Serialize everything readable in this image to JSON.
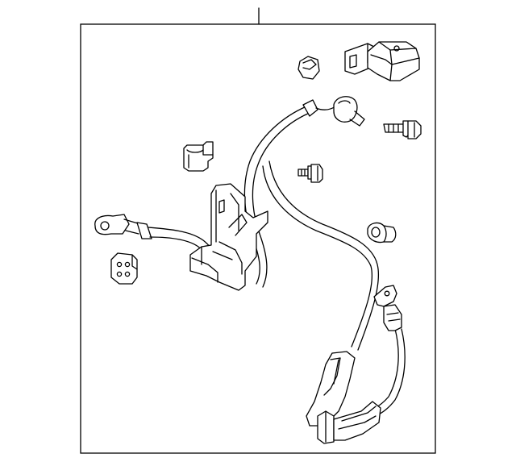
{
  "diagram": {
    "parts": [
      "leader-line",
      "assembly-frame",
      "main-cable",
      "battery-terminal-connector",
      "cable-clip",
      "ground-cable",
      "mounting-bracket",
      "ground-plate",
      "nut",
      "bolt",
      "stud-bolt",
      "grommet",
      "terminal-cover",
      "relay-block",
      "end-connector",
      "end-bracket"
    ]
  }
}
